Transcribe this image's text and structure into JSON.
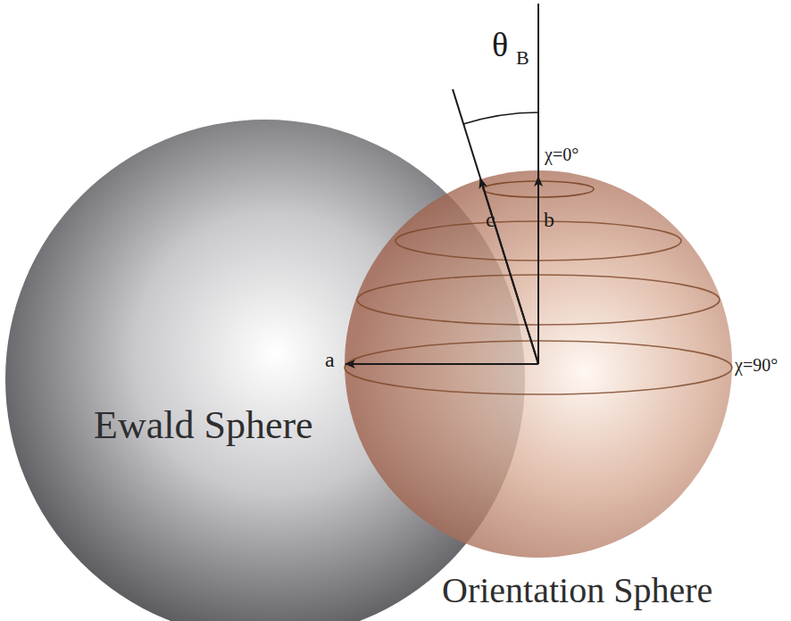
{
  "diagram": {
    "nodes": [
      {
        "text": [
          "Ewald Sphere"
        ]
      },
      {
        "text": [
          "Orientation Sphere"
        ]
      }
    ],
    "labels": [
      "θ",
      "B",
      "χ=0°",
      "χ=90°",
      "a⃗",
      "b⃗",
      "c⃗"
    ]
  }
}
